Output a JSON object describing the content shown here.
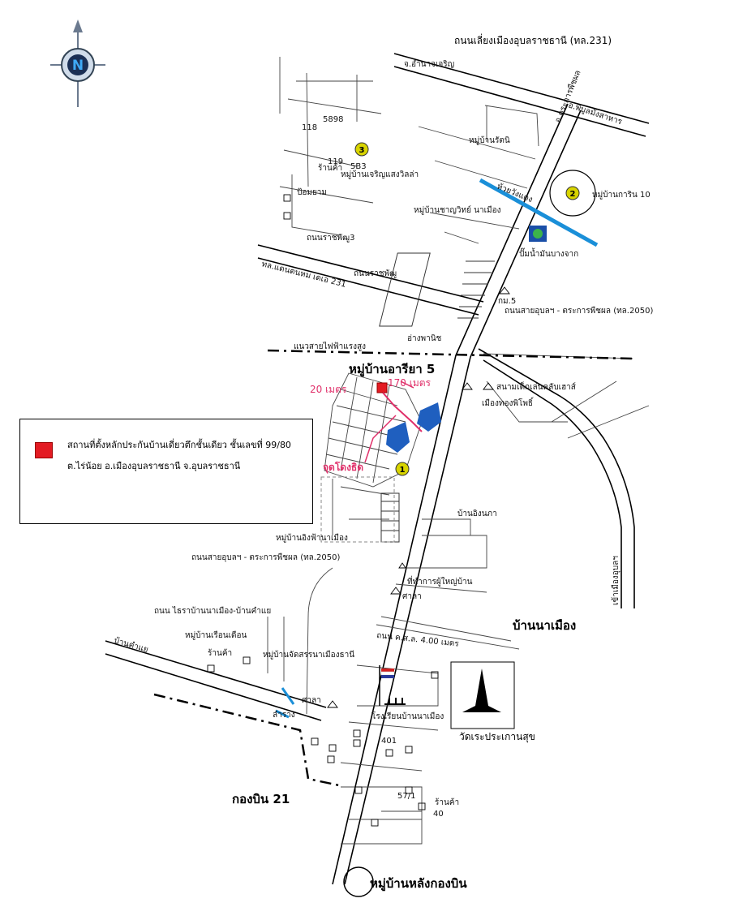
{
  "compass": {
    "letter": "N",
    "icon": "north-arrow-icon"
  },
  "roads": {
    "bypass": "ถนนเลี่ยงเมืองอุบลราชธานี (ทล.231)",
    "to_amnat": "จ.อำนาจเจริญ",
    "to_trakan": "อ.ตระการพืชผล",
    "to_phibun": "อ.พิบูลมังสาหาร",
    "ratchaphadung": "ถนนราชพัฒู",
    "ratchaphadung3": "ถนนราชพัฒู3",
    "to_det_udom": "ทล.แดนตนหม เดเอ 231",
    "ubon_trakan_top": "ถนนสายอุบลฯ - ตระการพืชผล (ทล.2050)",
    "ubon_trakan_bottom": "ถนนสายอุบลฯ - ตระการพืชผล (ทล.2050)",
    "to_mueang": "เข้าเมืองอุบลฯ",
    "school_road": "ถนน ไธราบ้านนาเมือง-บ้านคำแย",
    "to_kham_yae": "บ้านคำแย",
    "soi_width": "ถนน ค.ส.ล. 4.00 เมตร",
    "power_line": "แนวสายไฟฟ้าแรงสูง"
  },
  "places": {
    "charoen_sang": "หมู่บ้านเจริญแสงวิลล่า",
    "pom_yam": "ป้อมยาม",
    "shop_top": "ร้านค้า",
    "ban_ratchapruek": "หมู่บ้านรัตนิ",
    "ban_chanawit": "หมู่บ้านชาญวิทย์ นาเมือง",
    "karin10": "หมู่บ้านการิน 10",
    "huai_wang_daeng": "ห้วยวังแดง",
    "gas_station": "ปั๊มน้ำมันบางจาก",
    "km5": "กม.5",
    "ang_phan": "อ่างพานิช",
    "ariya5": "หมู่บ้านอารียา 5",
    "dist20": "20 เมตร",
    "dist170": "170 เมตร",
    "club_house": "สนามเด็กเล่นคลับเฮาส์",
    "auction": "เมืองทองพิโพธิ์",
    "start_point": "จุดโดงธิด",
    "ban_ing_nakha": "บ้านอิงนภา",
    "ing_fa": "หมู่บ้านอิงฟ้านาเมือง",
    "headman": "ที่ทำการผู้ใหญ่บ้าน",
    "sala_top": "ศาลา",
    "ban_na_mueang": "บ้านนาเมือง",
    "ban_nong_huean": "หมู่บ้านเรือนเดือน",
    "shop_left": "ร้านค้า",
    "jadsan": "หมู่บ้านจัดสรรนาเมืองธานี",
    "sala_left": "ศาลา",
    "lam_rang": "ลำราง",
    "school": "โรงเรียนบ้านนาเมือง",
    "temple": "วัดเระประเกานสุข",
    "shop_bottom": "ร้านค้า",
    "wing21": "กองบิน 21",
    "behind_wing": "หมู่บ้านหลังกองบิน"
  },
  "house_numbers": [
    "5898",
    "118",
    "5B3",
    "119",
    "401",
    "57/1",
    "40"
  ],
  "markers": [
    "1",
    "2",
    "3"
  ],
  "legend": {
    "line1": "สถานที่ตั้งหลักประกันบ้านเดี่ยวตึกชั้นเดียว ชั้นเลขที่ 99/80",
    "line2": "ต.ไร่น้อย อ.เมืองอุบลราชธานี จ.อุบลราชธานี",
    "marker_color": "#e31b23"
  },
  "colors": {
    "pond": "#1f5fbf",
    "creek": "#1a8fd8",
    "pink": "#e0306a",
    "marker": "#d8d400"
  }
}
